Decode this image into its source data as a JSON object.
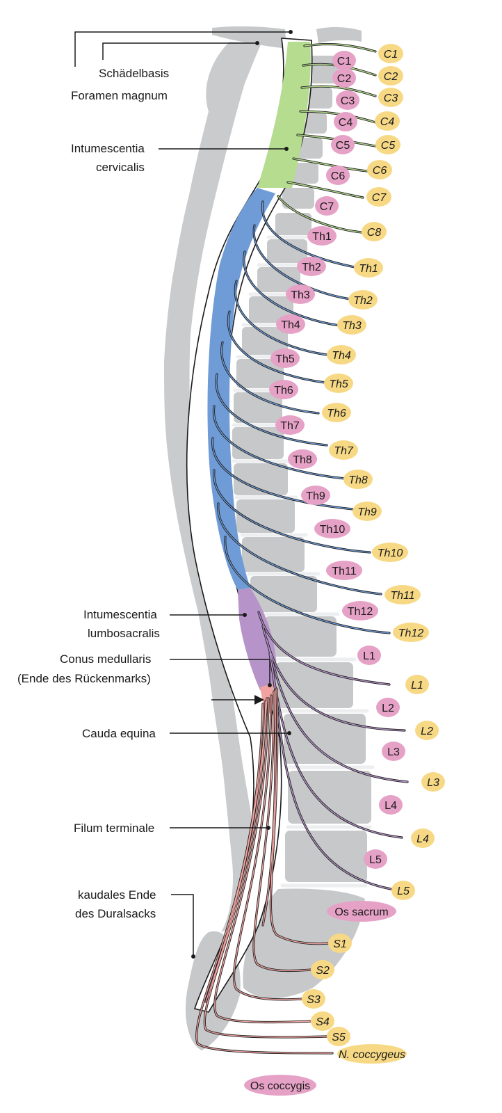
{
  "labels": {
    "schaedelbasis": "Schädelbasis",
    "foramen_magnum": "Foramen magnum",
    "intumescentia_cervicalis_1": "Intumescentia",
    "intumescentia_cervicalis_2": "cervicalis",
    "intumescentia_lumbosacralis_1": "Intumescentia",
    "intumescentia_lumbosacralis_2": "lumbosacralis",
    "conus_1": "Conus medullaris",
    "conus_2": "(Ende des Rückenmarks)",
    "cauda_equina": "Cauda equina",
    "filum_terminale": "Filum terminale",
    "kaudales_1": "kaudales Ende",
    "kaudales_2": "des Duralsacks"
  },
  "segments": [
    "C1",
    "C2",
    "C3",
    "C4",
    "C5",
    "C6",
    "C7",
    "Th1",
    "Th2",
    "Th3",
    "Th4",
    "Th5",
    "Th6",
    "Th7",
    "Th8",
    "Th9",
    "Th10",
    "Th11",
    "Th12",
    "L1",
    "L2",
    "L3",
    "L4",
    "L5"
  ],
  "bones": {
    "sacrum": "Os sacrum",
    "coccyx": "Os coccygis"
  },
  "nerves": [
    "C1",
    "C2",
    "C3",
    "C4",
    "C5",
    "C6",
    "C7",
    "C8",
    "Th1",
    "Th2",
    "Th3",
    "Th4",
    "Th5",
    "Th6",
    "Th7",
    "Th8",
    "Th9",
    "Th10",
    "Th11",
    "Th12",
    "L1",
    "L2",
    "L3",
    "L4",
    "L5",
    "S1",
    "S2",
    "S3",
    "S4",
    "S5",
    "N. coccygeus"
  ],
  "colors": {
    "cervical": "#b5dc8f",
    "thoracic": "#6f9bd6",
    "lumbosacral": "#b693c9",
    "conus": "#f0a3a0",
    "bone": "#c6c8ca",
    "disc": "#eceeef",
    "segment_badge": "#e6a2c6",
    "nerve_badge": "#f7d985"
  }
}
